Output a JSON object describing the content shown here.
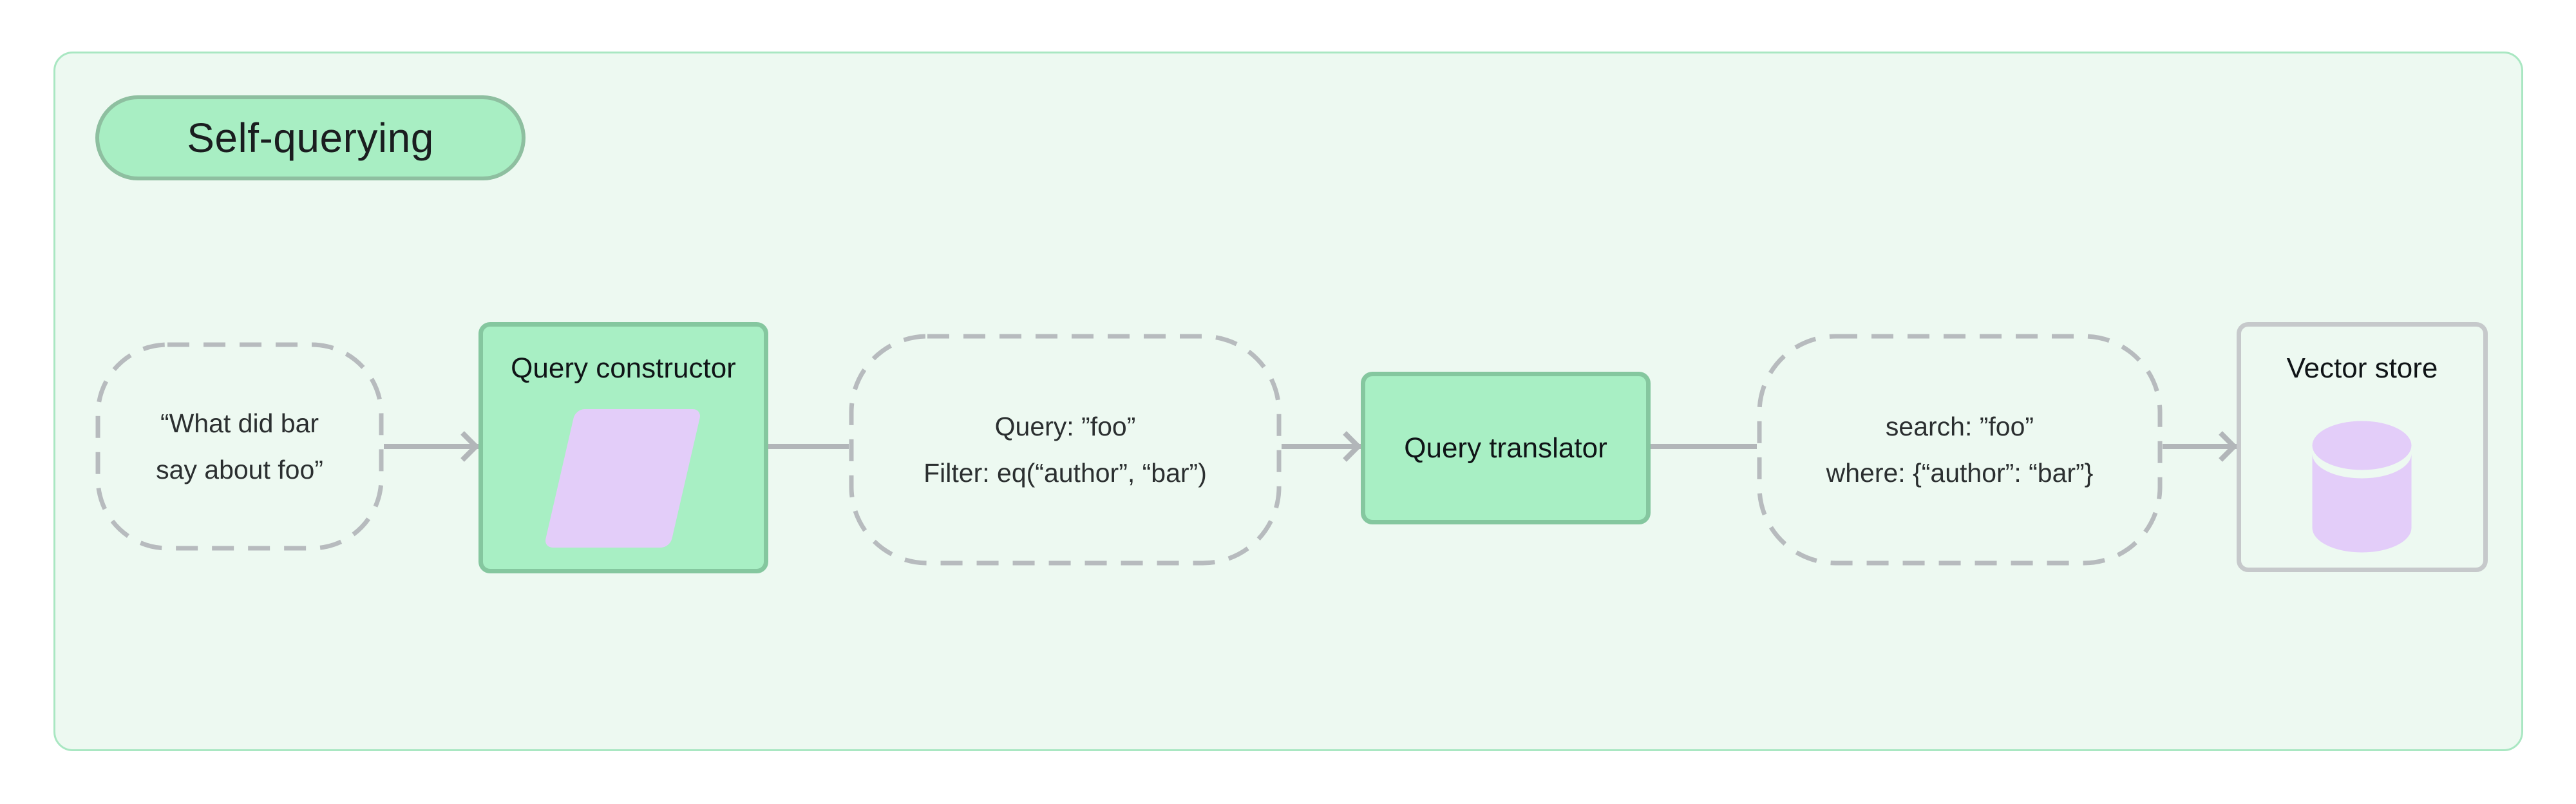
{
  "diagram": {
    "title": "Self-querying",
    "nodes": {
      "user_query": {
        "line1": "“What did bar",
        "line2": "say about foo”"
      },
      "query_constructor": {
        "label": "Query constructor",
        "icon": "parallelogram-icon"
      },
      "structured_query": {
        "line1": "Query: ”foo”",
        "line2": "Filter: eq(“author”, “bar”)"
      },
      "query_translator": {
        "label": "Query translator"
      },
      "translated_query": {
        "line1": "search: ”foo”",
        "line2": "where: {“author”: “bar”}"
      },
      "vector_store": {
        "label": "Vector store",
        "icon": "database-icon"
      }
    },
    "colors": {
      "container_bg": "#edf9f1",
      "container_border": "#a9e7c2",
      "pill_fill": "#a8eec3",
      "pill_border": "#8ebfa0",
      "green_fill": "#a8efc4",
      "green_border": "#85c79f",
      "outline_box_border": "#c6c9cb",
      "dashed_border": "#b7bbbe",
      "connector_gray": "#b2b6b9",
      "purple_accent": "#e3cdf9",
      "text_dark": "#101417"
    }
  }
}
